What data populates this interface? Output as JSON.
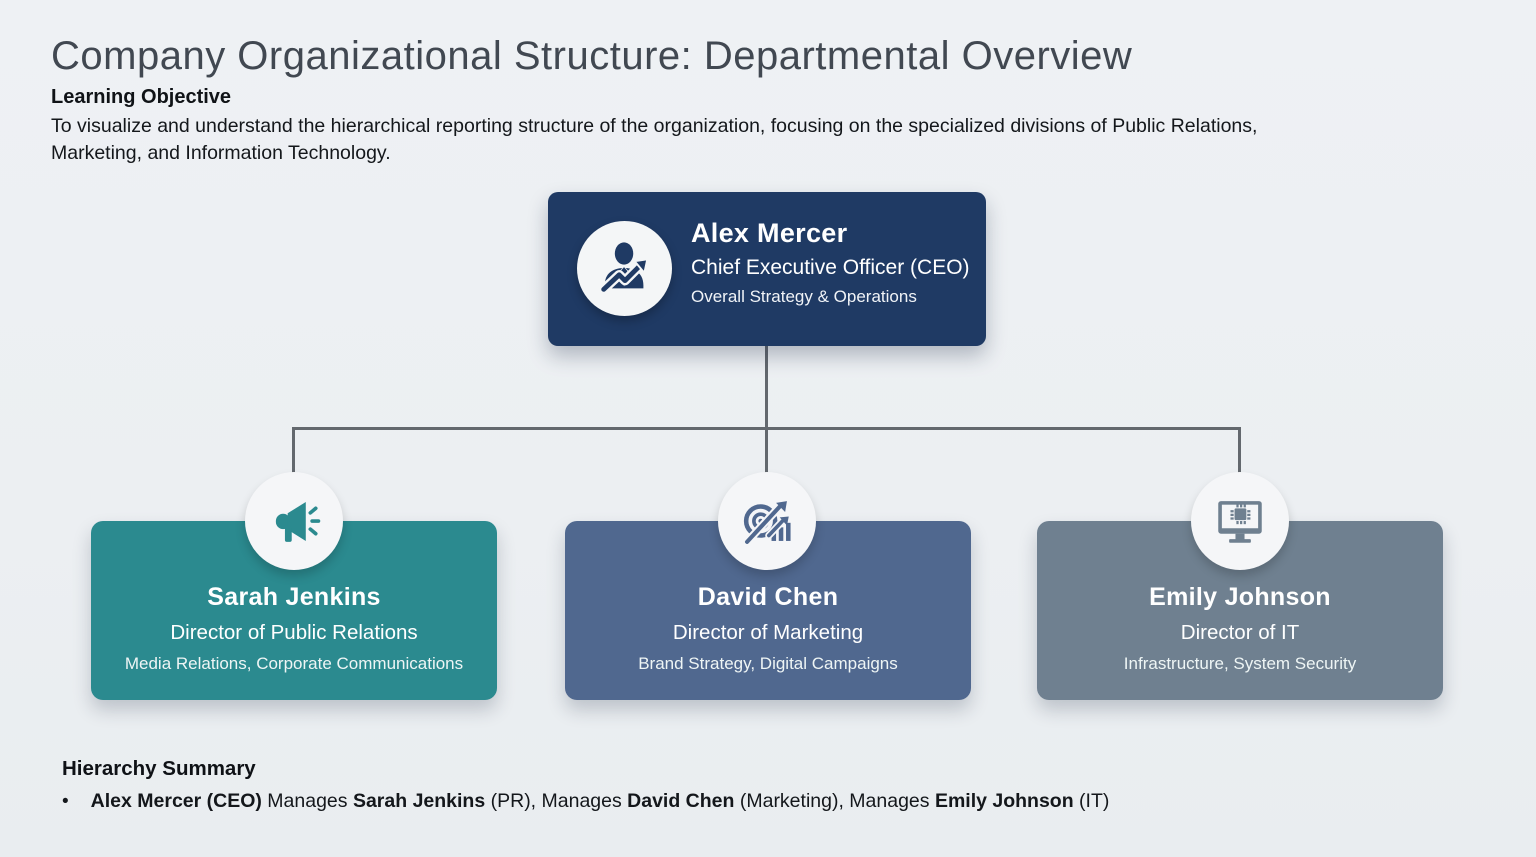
{
  "page": {
    "title": "Company Organizational Structure: Departmental Overview",
    "learning_objective_heading": "Learning Objective",
    "learning_objective_text": "To visualize and understand the hierarchical reporting structure of the organization, focusing on the specialized divisions of Public Relations, Marketing, and Information Technology."
  },
  "org_chart": {
    "ceo": {
      "name": "Alex Mercer",
      "role": "Chief Executive Officer (CEO)",
      "description": "Overall Strategy & Operations",
      "icon": "businessperson-growth-icon",
      "color": "#1f3a64"
    },
    "departments": [
      {
        "name": "Sarah Jenkins",
        "role": "Director of Public Relations",
        "description": "Media Relations, Corporate Communications",
        "icon": "megaphone-icon",
        "color": "#2b8a8f"
      },
      {
        "name": "David Chen",
        "role": "Director of Marketing",
        "description": "Brand Strategy, Digital Campaigns",
        "icon": "target-chart-icon",
        "color": "#50688f"
      },
      {
        "name": "Emily Johnson",
        "role": "Director of IT",
        "description": "Infrastructure, System Security",
        "icon": "monitor-chip-icon",
        "color": "#6f8090"
      }
    ],
    "connector_color": "#63686e"
  },
  "summary": {
    "heading": "Hierarchy Summary",
    "bullet_glyph": "•",
    "bullet_segments": [
      {
        "text": "Alex Mercer (CEO)",
        "bold": true
      },
      {
        "text": " Manages ",
        "bold": false
      },
      {
        "text": "Sarah Jenkins",
        "bold": true
      },
      {
        "text": " (PR), Manages ",
        "bold": false
      },
      {
        "text": "David Chen",
        "bold": true
      },
      {
        "text": " (Marketing), Manages ",
        "bold": false
      },
      {
        "text": "Emily Johnson",
        "bold": true
      },
      {
        "text": " (IT)",
        "bold": false
      }
    ]
  },
  "colors": {
    "background": "#eceff2",
    "ceo_card": "#1f3a64",
    "pr_card": "#2b8a8f",
    "marketing_card": "#50688f",
    "it_card": "#6f8090",
    "connector": "#63686e",
    "title_text": "#414851",
    "body_text": "#14171b",
    "card_text": "#ffffff"
  }
}
